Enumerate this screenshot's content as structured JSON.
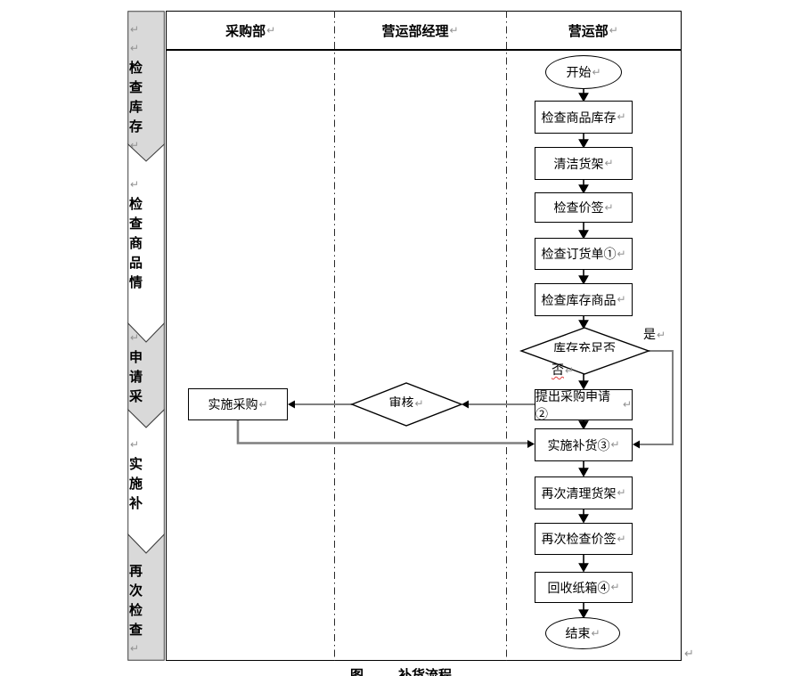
{
  "header": {
    "lanes": [
      {
        "label": "采购部",
        "mark": "↵"
      },
      {
        "label": "营运部经理",
        "mark": "↵"
      },
      {
        "label": "营运部",
        "mark": "↵"
      }
    ]
  },
  "sidebar": {
    "segments": [
      {
        "pre": "↵↵",
        "text": "检查库存",
        "post": "↵"
      },
      {
        "pre": "↵",
        "text": "检查商品情",
        "post": ""
      },
      {
        "pre": "↵",
        "text": "申请采",
        "post": ""
      },
      {
        "pre": "↵",
        "text": "实施补",
        "post": ""
      },
      {
        "pre": "",
        "text": "再次检查",
        "post": "↵"
      }
    ]
  },
  "flow": {
    "start": {
      "label": "开始",
      "mark": "↵"
    },
    "steps": [
      {
        "label": "检查商品库存",
        "mark": "↵"
      },
      {
        "label": "清洁货架",
        "mark": "↵"
      },
      {
        "label": "检查价签",
        "mark": "↵"
      },
      {
        "label": "检查订货单①",
        "mark": "↵"
      },
      {
        "label": "检查库存商品",
        "mark": "↵"
      },
      {
        "label": "提出采购申请②",
        "mark": "↵"
      },
      {
        "label": "实施补货③",
        "mark": "↵"
      },
      {
        "label": "再次清理货架",
        "mark": "↵"
      },
      {
        "label": "再次检查价签",
        "mark": "↵"
      },
      {
        "label": "回收纸箱④",
        "mark": "↵"
      }
    ],
    "decision_stock": {
      "label": "库存充足否"
    },
    "decision_review": {
      "label": "审核",
      "mark": "↵"
    },
    "purchase": {
      "label": "实施采购",
      "mark": "↵"
    },
    "end": {
      "label": "结束",
      "mark": "↵"
    },
    "yes": {
      "label": "是",
      "mark": "↵"
    },
    "no": {
      "label": "否",
      "mark": "↵"
    }
  },
  "caption": {
    "prefix": "图",
    "title": "补货流程"
  },
  "trailing_mark": "↵",
  "colors": {
    "lane_fill": "#d9d9d9",
    "connector_line": "#7f7f7f",
    "paragraph_mark": "#919191",
    "spellcheck_underline": "#e03c3c"
  }
}
